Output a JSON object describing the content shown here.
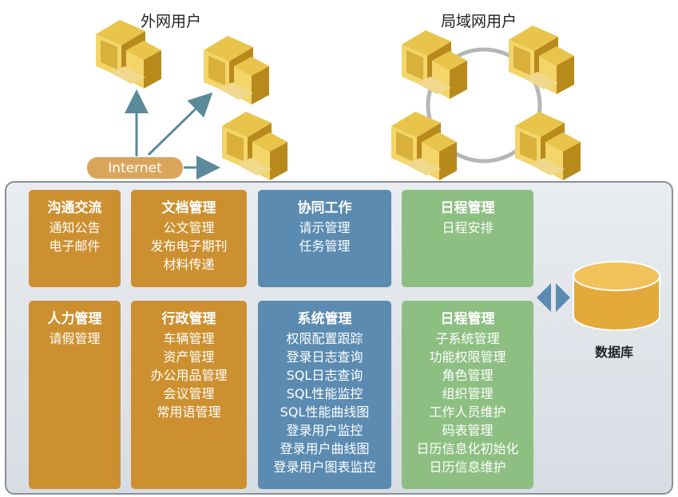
{
  "top": {
    "external_users": "外网用户",
    "lan_users": "局域网用户",
    "internet": "Internet"
  },
  "modules": [
    {
      "title": "沟通交流",
      "items": [
        "通知公告",
        "电子邮件"
      ],
      "color": "orange"
    },
    {
      "title": "文档管理",
      "items": [
        "公文管理",
        "发布电子期刊",
        "材料传递"
      ],
      "color": "orange"
    },
    {
      "title": "协同工作",
      "items": [
        "请示管理",
        "任务管理"
      ],
      "color": "blue"
    },
    {
      "title": "日程管理",
      "items": [
        "日程安排"
      ],
      "color": "green"
    },
    {
      "title": "人力管理",
      "items": [
        "请假管理"
      ],
      "color": "orange"
    },
    {
      "title": "行政管理",
      "items": [
        "车辆管理",
        "资产管理",
        "办公用品管理",
        "会议管理",
        "常用语管理"
      ],
      "color": "orange"
    },
    {
      "title": "系统管理",
      "items": [
        "权限配置跟踪",
        "登录日志查询",
        "SQL日志查询",
        "SQL性能监控",
        "SQL性能曲线图",
        "登录用户监控",
        "登录用户曲线图",
        "登录用户图表监控"
      ],
      "color": "blue"
    },
    {
      "title": "日程管理",
      "items": [
        "子系统管理",
        "功能权限管理",
        "角色管理",
        "组织管理",
        "工作人员维护",
        "码表管理",
        "日历信息化初始化",
        "日历信息维护"
      ],
      "color": "green"
    }
  ],
  "database": {
    "label": "数据库"
  },
  "colors": {
    "orange": "#cd9030",
    "blue": "#5b8bb1",
    "green": "#8dbf82",
    "arrow": "#5b8a9a"
  }
}
